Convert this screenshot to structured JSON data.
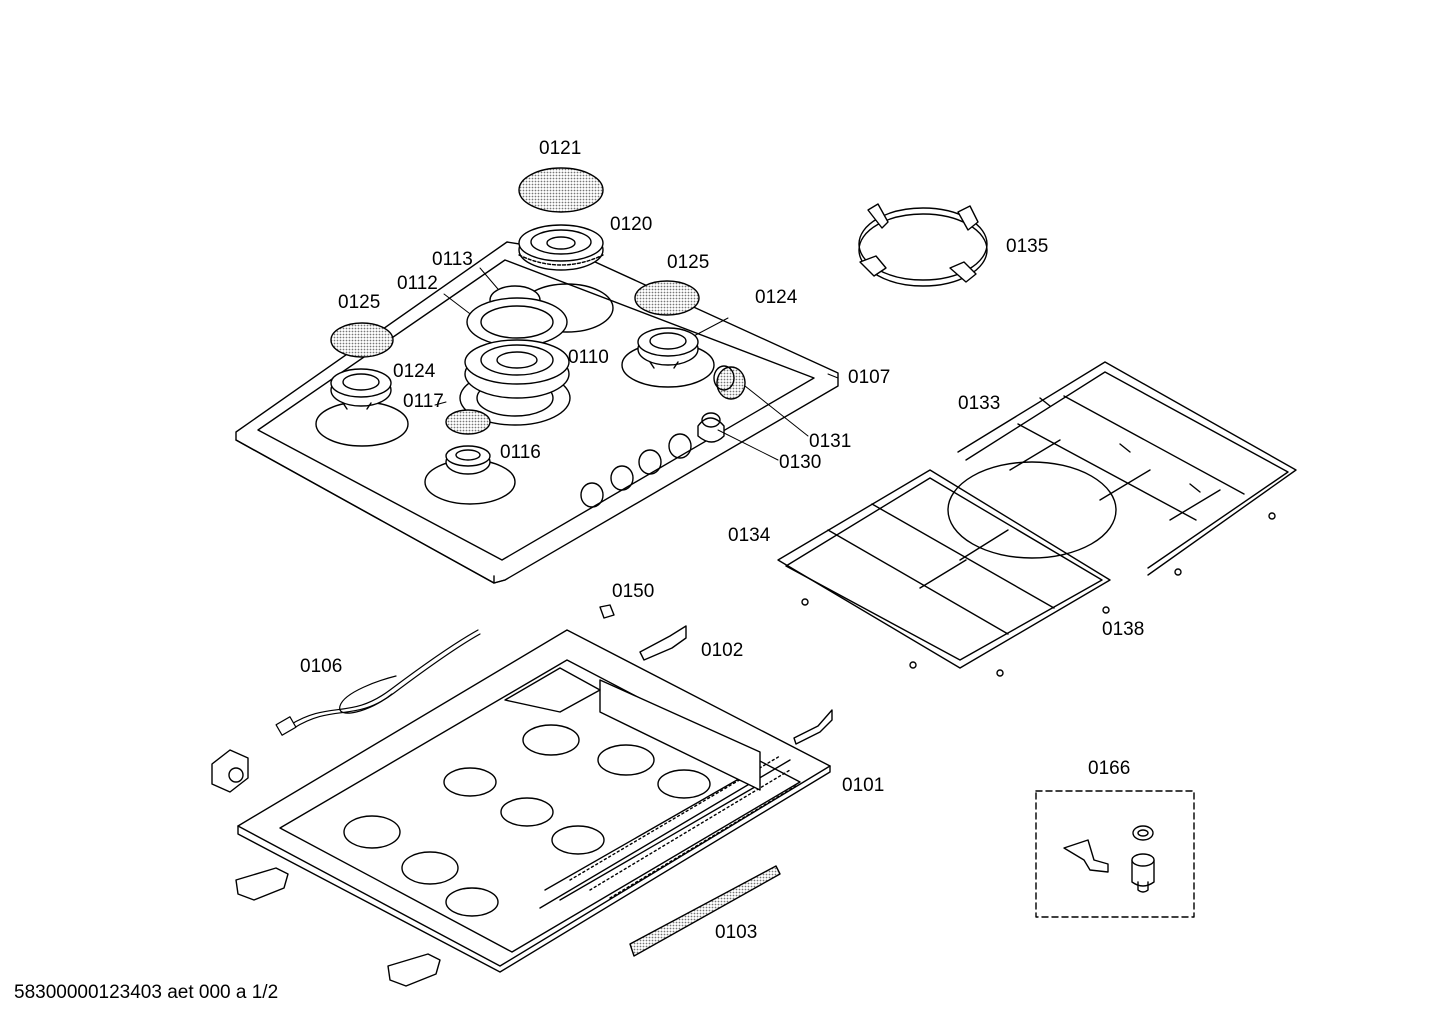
{
  "labels": {
    "p0121": "0121",
    "p0120": "0120",
    "p0113": "0113",
    "p0112": "0112",
    "p0125a": "0125",
    "p0125b": "0125",
    "p0124a": "0124",
    "p0124b": "0124",
    "p0110": "0110",
    "p0117": "0117",
    "p0116": "0116",
    "p0107": "0107",
    "p0131": "0131",
    "p0130": "0130",
    "p0135": "0135",
    "p0133": "0133",
    "p0134": "0134",
    "p0138": "0138",
    "p0150": "0150",
    "p0102": "0102",
    "p0106": "0106",
    "p0101": "0101",
    "p0166": "0166",
    "p0103": "0103"
  },
  "footer": "58300000123403 aet 000 a 1/2",
  "colors": {
    "line": "#000000",
    "paper": "#ffffff",
    "hatch": "#7a7a7a"
  }
}
